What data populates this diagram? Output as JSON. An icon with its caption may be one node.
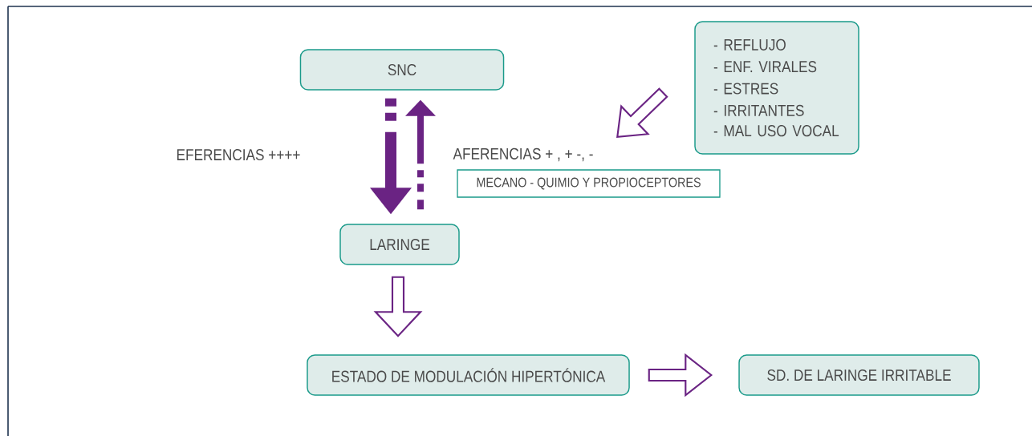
{
  "diagram": {
    "nodes": [
      {
        "text": [
          "SNC"
        ]
      },
      {
        "text": [
          "- REFLUJO",
          "- ENF. VIRALES",
          "- ESTRES",
          "- IRRITANTES",
          "- MAL USO VOCAL"
        ]
      },
      {
        "text": [
          "LARINGE"
        ]
      },
      {
        "text": [
          "ESTADO DE MODULACIÓN HIPERTÓNICA"
        ]
      },
      {
        "text": [
          "SD. DE LARINGE IRRITABLE"
        ]
      },
      {
        "text": [
          "MECANO - QUIMIO Y PROPIOCEPTORES"
        ]
      }
    ],
    "edges": [
      {
        "from": 0,
        "to": 2,
        "arrow": "to",
        "style": "thick"
      },
      {
        "from": 2,
        "to": 0,
        "arrow": "to",
        "style": "thick"
      },
      {
        "from": 1,
        "to": null,
        "arrow": "to"
      },
      {
        "from": 2,
        "to": 3,
        "arrow": "to"
      },
      {
        "from": 3,
        "to": 4,
        "arrow": "to"
      }
    ],
    "labels": [
      "EFERENCIAS ++++",
      "AFERENCIAS + , + -, -"
    ]
  }
}
